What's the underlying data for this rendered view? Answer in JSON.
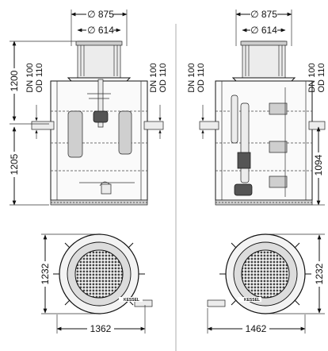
{
  "left_view": {
    "dim_top_outer": "∅ 875",
    "dim_top_inner": "∅ 614",
    "dim_height_upper": "1200",
    "dim_height_lower": "1205",
    "inlet_label_dn": "DN 100",
    "inlet_label_od": "OD 110",
    "plan_dim_depth": "1232",
    "plan_dim_width": "1362",
    "brand": "KESSEL"
  },
  "right_view": {
    "dim_top_outer": "∅ 875",
    "dim_top_inner": "∅ 614",
    "inlet_left_dn": "DN 100",
    "inlet_left_od": "OD 110",
    "inlet_right_dn": "DN 100",
    "inlet_right_od": "OD 110",
    "dim_height_lower": "1094",
    "plan_dim_depth": "1232",
    "plan_dim_width": "1462",
    "brand": "KESSEL"
  }
}
